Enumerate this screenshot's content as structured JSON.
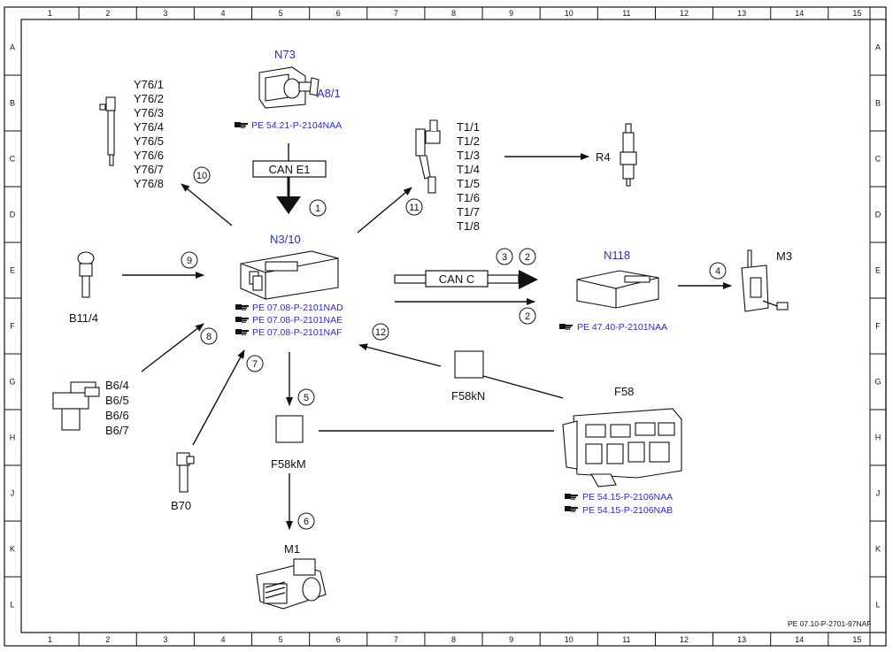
{
  "grid": {
    "columns": [
      "1",
      "2",
      "3",
      "4",
      "5",
      "6",
      "7",
      "8",
      "9",
      "10",
      "11",
      "12",
      "13",
      "14",
      "15"
    ],
    "rows": [
      "A",
      "B",
      "C",
      "D",
      "E",
      "F",
      "G",
      "H",
      "J",
      "K",
      "L"
    ]
  },
  "components": {
    "n73": {
      "label": "N73",
      "sub_label": "A8/1",
      "ref": "PE 54.21-P-2104NAA"
    },
    "y76": {
      "labels": [
        "Y76/1",
        "Y76/2",
        "Y76/3",
        "Y76/4",
        "Y76/5",
        "Y76/6",
        "Y76/7",
        "Y76/8"
      ]
    },
    "t1": {
      "labels": [
        "T1/1",
        "T1/2",
        "T1/3",
        "T1/4",
        "T1/5",
        "T1/6",
        "T1/7",
        "T1/8"
      ]
    },
    "r4": {
      "label": "R4"
    },
    "n3_10": {
      "label": "N3/10",
      "refs": [
        "PE 07.08-P-2101NAD",
        "PE 07.08-P-2101NAE",
        "PE 07.08-P-2101NAF"
      ]
    },
    "n118": {
      "label": "N118",
      "ref": "PE 47.40-P-2101NAA"
    },
    "m3": {
      "label": "M3"
    },
    "b11_4": {
      "label": "B11/4"
    },
    "b6": {
      "labels": [
        "B6/4",
        "B6/5",
        "B6/6",
        "B6/7"
      ]
    },
    "b70": {
      "label": "B70"
    },
    "f58kn": {
      "label": "F58kN"
    },
    "f58km": {
      "label": "F58kM"
    },
    "f58": {
      "label": "F58",
      "refs": [
        "PE 54.15-P-2106NAA",
        "PE 54.15-P-2106NAB"
      ]
    },
    "m1": {
      "label": "M1"
    }
  },
  "bus_labels": {
    "can_e1": "CAN E1",
    "can_c": "CAN C"
  },
  "signal_numbers": {
    "n1": "1",
    "n2a": "2",
    "n2b": "2",
    "n3": "3",
    "n4": "4",
    "n5": "5",
    "n6": "6",
    "n7": "7",
    "n8": "8",
    "n9": "9",
    "n10": "10",
    "n11": "11",
    "n12": "12"
  },
  "footer_code": "PE 07.10-P-2701-97NAF",
  "colors": {
    "line": "#111111",
    "reference_blue": "#2a2ad8",
    "background": "#ffffff"
  },
  "icons": {
    "reference": "pointing-hand-icon"
  }
}
